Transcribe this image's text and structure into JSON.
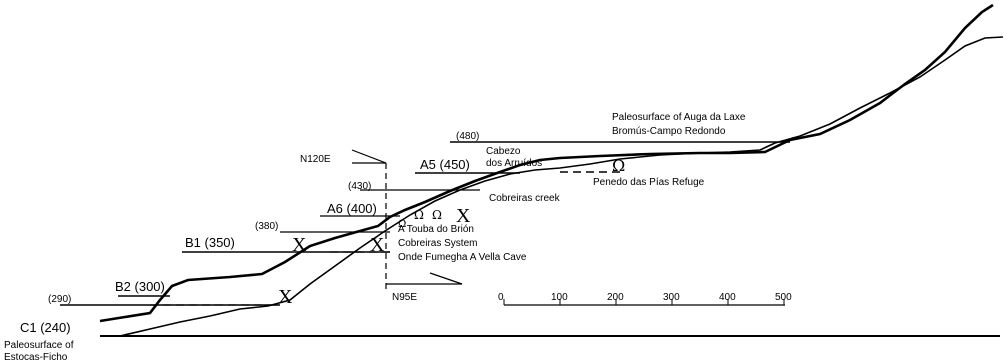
{
  "levels": {
    "c1": "C1 (240)",
    "b2": "B2 (300)",
    "b1": "B1 (350)",
    "a6": "A6 (400)",
    "a5": "A5 (450)",
    "e290": "(290)",
    "e380": "(380)",
    "e430": "(430)",
    "e480": "(480)"
  },
  "orientations": {
    "top": "N120E",
    "bottom": "N95E"
  },
  "places": {
    "auga_laxe_1": "Paleosurface of Auga da Laxe",
    "auga_laxe_2": "Bromús-Campo Redondo",
    "cabezo_1": "Cabezo",
    "cabezo_2": "dos Arruídos",
    "penedo": "Penedo das Pías Refuge",
    "cobreiras_creek": "Cobreiras creek",
    "touba": "A Touba do Brión",
    "cobreiras_system": "Cobreiras System",
    "onde_fumegha": "Onde Fumegha A Vella Cave",
    "estocas_1": "Paleosurface of",
    "estocas_2": "Estocas-Ficho"
  },
  "symbols": {
    "cross": "X",
    "omega": "Ω"
  },
  "scale": {
    "ticks": [
      "0",
      "100",
      "200",
      "300",
      "400",
      "500"
    ]
  }
}
